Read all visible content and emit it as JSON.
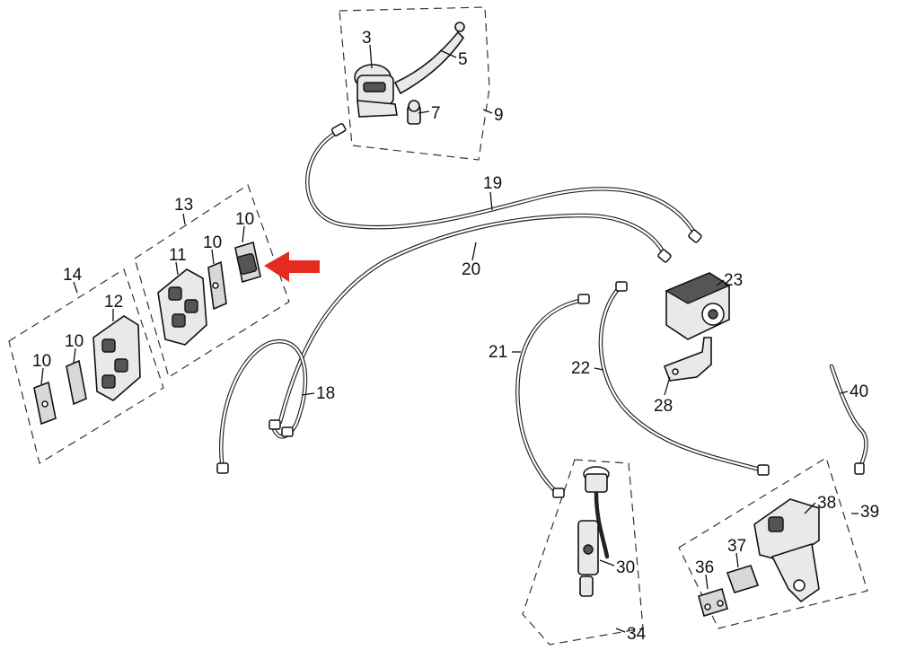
{
  "diagram": {
    "callouts": {
      "p3": "3",
      "p5": "5",
      "p7": "7",
      "p9": "9",
      "p10a": "10",
      "p10b": "10",
      "p10c": "10",
      "p10d": "10",
      "p11": "11",
      "p12": "12",
      "p13": "13",
      "p14": "14",
      "p18": "18",
      "p19": "19",
      "p20": "20",
      "p21": "21",
      "p22": "22",
      "p23": "23",
      "p28": "28",
      "p30": "30",
      "p34": "34",
      "p36": "36",
      "p37": "37",
      "p38": "38",
      "p39": "39",
      "p40": "40"
    },
    "highlight_arrow_color": "#e52a1f"
  }
}
